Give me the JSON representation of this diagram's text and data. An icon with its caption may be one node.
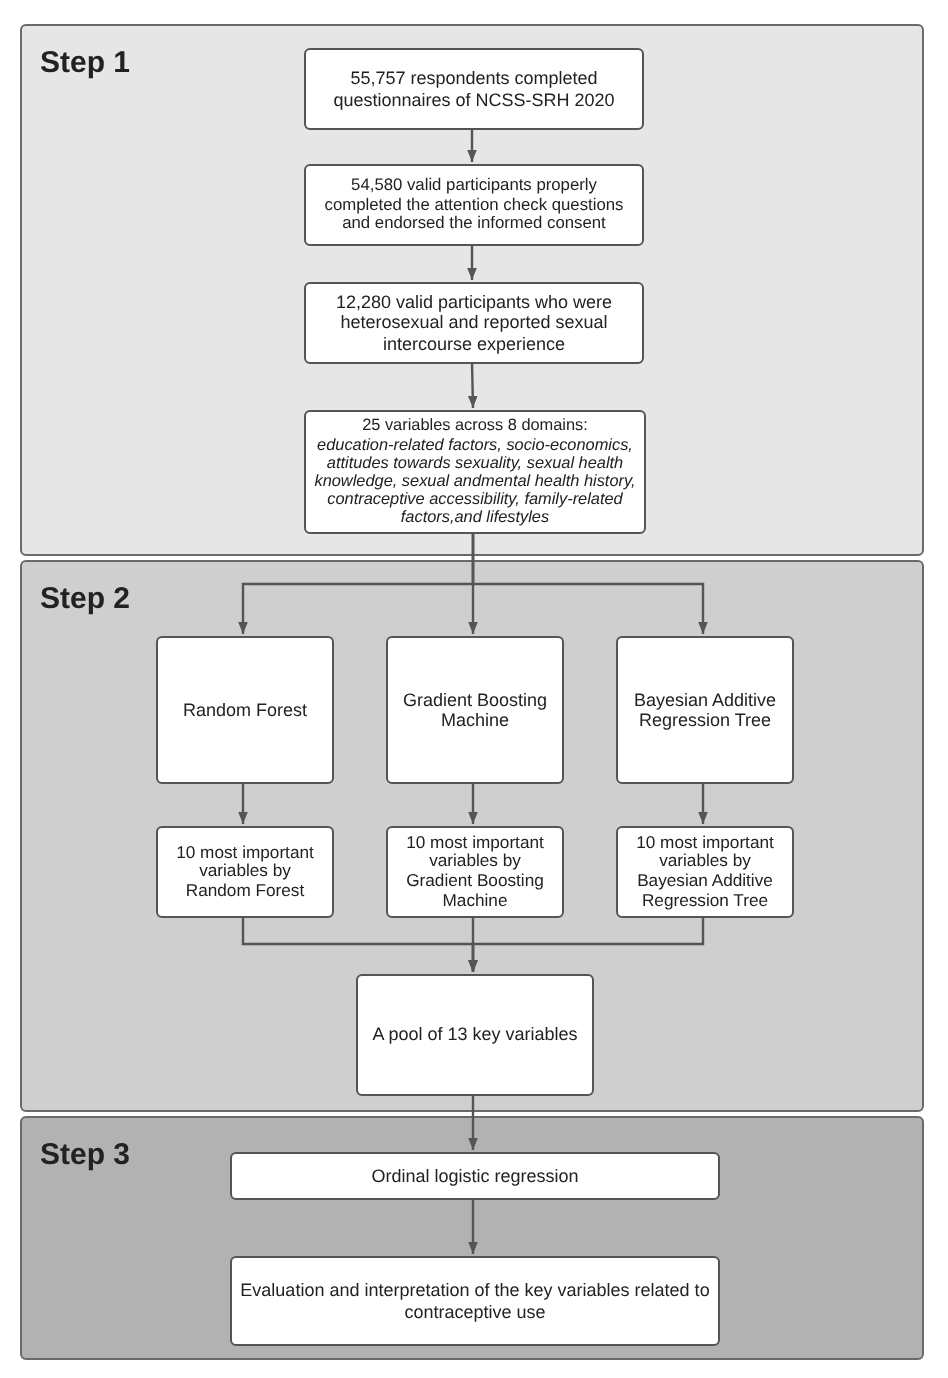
{
  "diagram": {
    "nodes": [
      {
        "text": [
          "Step 1"
        ]
      },
      {
        "text": [
          "55,757 respondents completed questionnaires of NCSS-SRH 2020"
        ],
        "in": 0
      },
      {
        "text": [
          "54,580 valid participants properly completed the attention check questions and endorsed the informed consent"
        ],
        "in": 0
      },
      {
        "text": [
          "12,280 valid participants who were heterosexual and reported sexual intercourse experience"
        ],
        "in": 0
      },
      {
        "text": [
          "25 variables across 8 domains:",
          "education-related factors, socio-economics, attitudes towards sexuality, sexual health knowledge, sexual andmental health history, contraceptive accessibility, family-related factors,and lifestyles"
        ],
        "in": 0
      },
      {
        "text": [
          "Step 2"
        ]
      },
      {
        "text": [
          "Random Forest"
        ],
        "in": 5
      },
      {
        "text": [
          "Gradient Boosting Machine"
        ],
        "in": 5
      },
      {
        "text": [
          "Bayesian Additive Regression Tree"
        ],
        "in": 5
      },
      {
        "text": [
          "10 most important variables by Random Forest"
        ],
        "in": 5
      },
      {
        "text": [
          "10 most important variables by Gradient Boosting Machine"
        ],
        "in": 5
      },
      {
        "text": [
          "10 most important variables by Bayesian Additive Regression Tree"
        ],
        "in": 5
      },
      {
        "text": [
          "A pool of 13 key variables"
        ],
        "in": 5
      },
      {
        "text": [
          "Step 3"
        ]
      },
      {
        "text": [
          "Ordinal logistic regression"
        ],
        "in": 13
      },
      {
        "text": [
          "Evaluation and interpretation of the key variables related to contraceptive use"
        ],
        "in": 13
      }
    ],
    "edges": [
      {
        "from": 1,
        "to": 2,
        "arrow": "to"
      },
      {
        "from": 2,
        "to": 3,
        "arrow": "to"
      },
      {
        "from": 3,
        "to": 4,
        "arrow": "to"
      },
      {
        "from": 4,
        "to": 6,
        "arrow": "to"
      },
      {
        "from": 4,
        "to": 7,
        "arrow": "to"
      },
      {
        "from": 4,
        "to": 8,
        "arrow": "to"
      },
      {
        "from": 6,
        "to": 9,
        "arrow": "to"
      },
      {
        "from": 7,
        "to": 10,
        "arrow": "to"
      },
      {
        "from": 8,
        "to": 11,
        "arrow": "to"
      },
      {
        "from": 9,
        "to": 12,
        "arrow": "to"
      },
      {
        "from": 10,
        "to": 12,
        "arrow": "to"
      },
      {
        "from": 11,
        "to": 12,
        "arrow": "to"
      },
      {
        "from": 12,
        "to": 14,
        "arrow": "to"
      },
      {
        "from": 14,
        "to": 15,
        "arrow": "to"
      }
    ]
  }
}
